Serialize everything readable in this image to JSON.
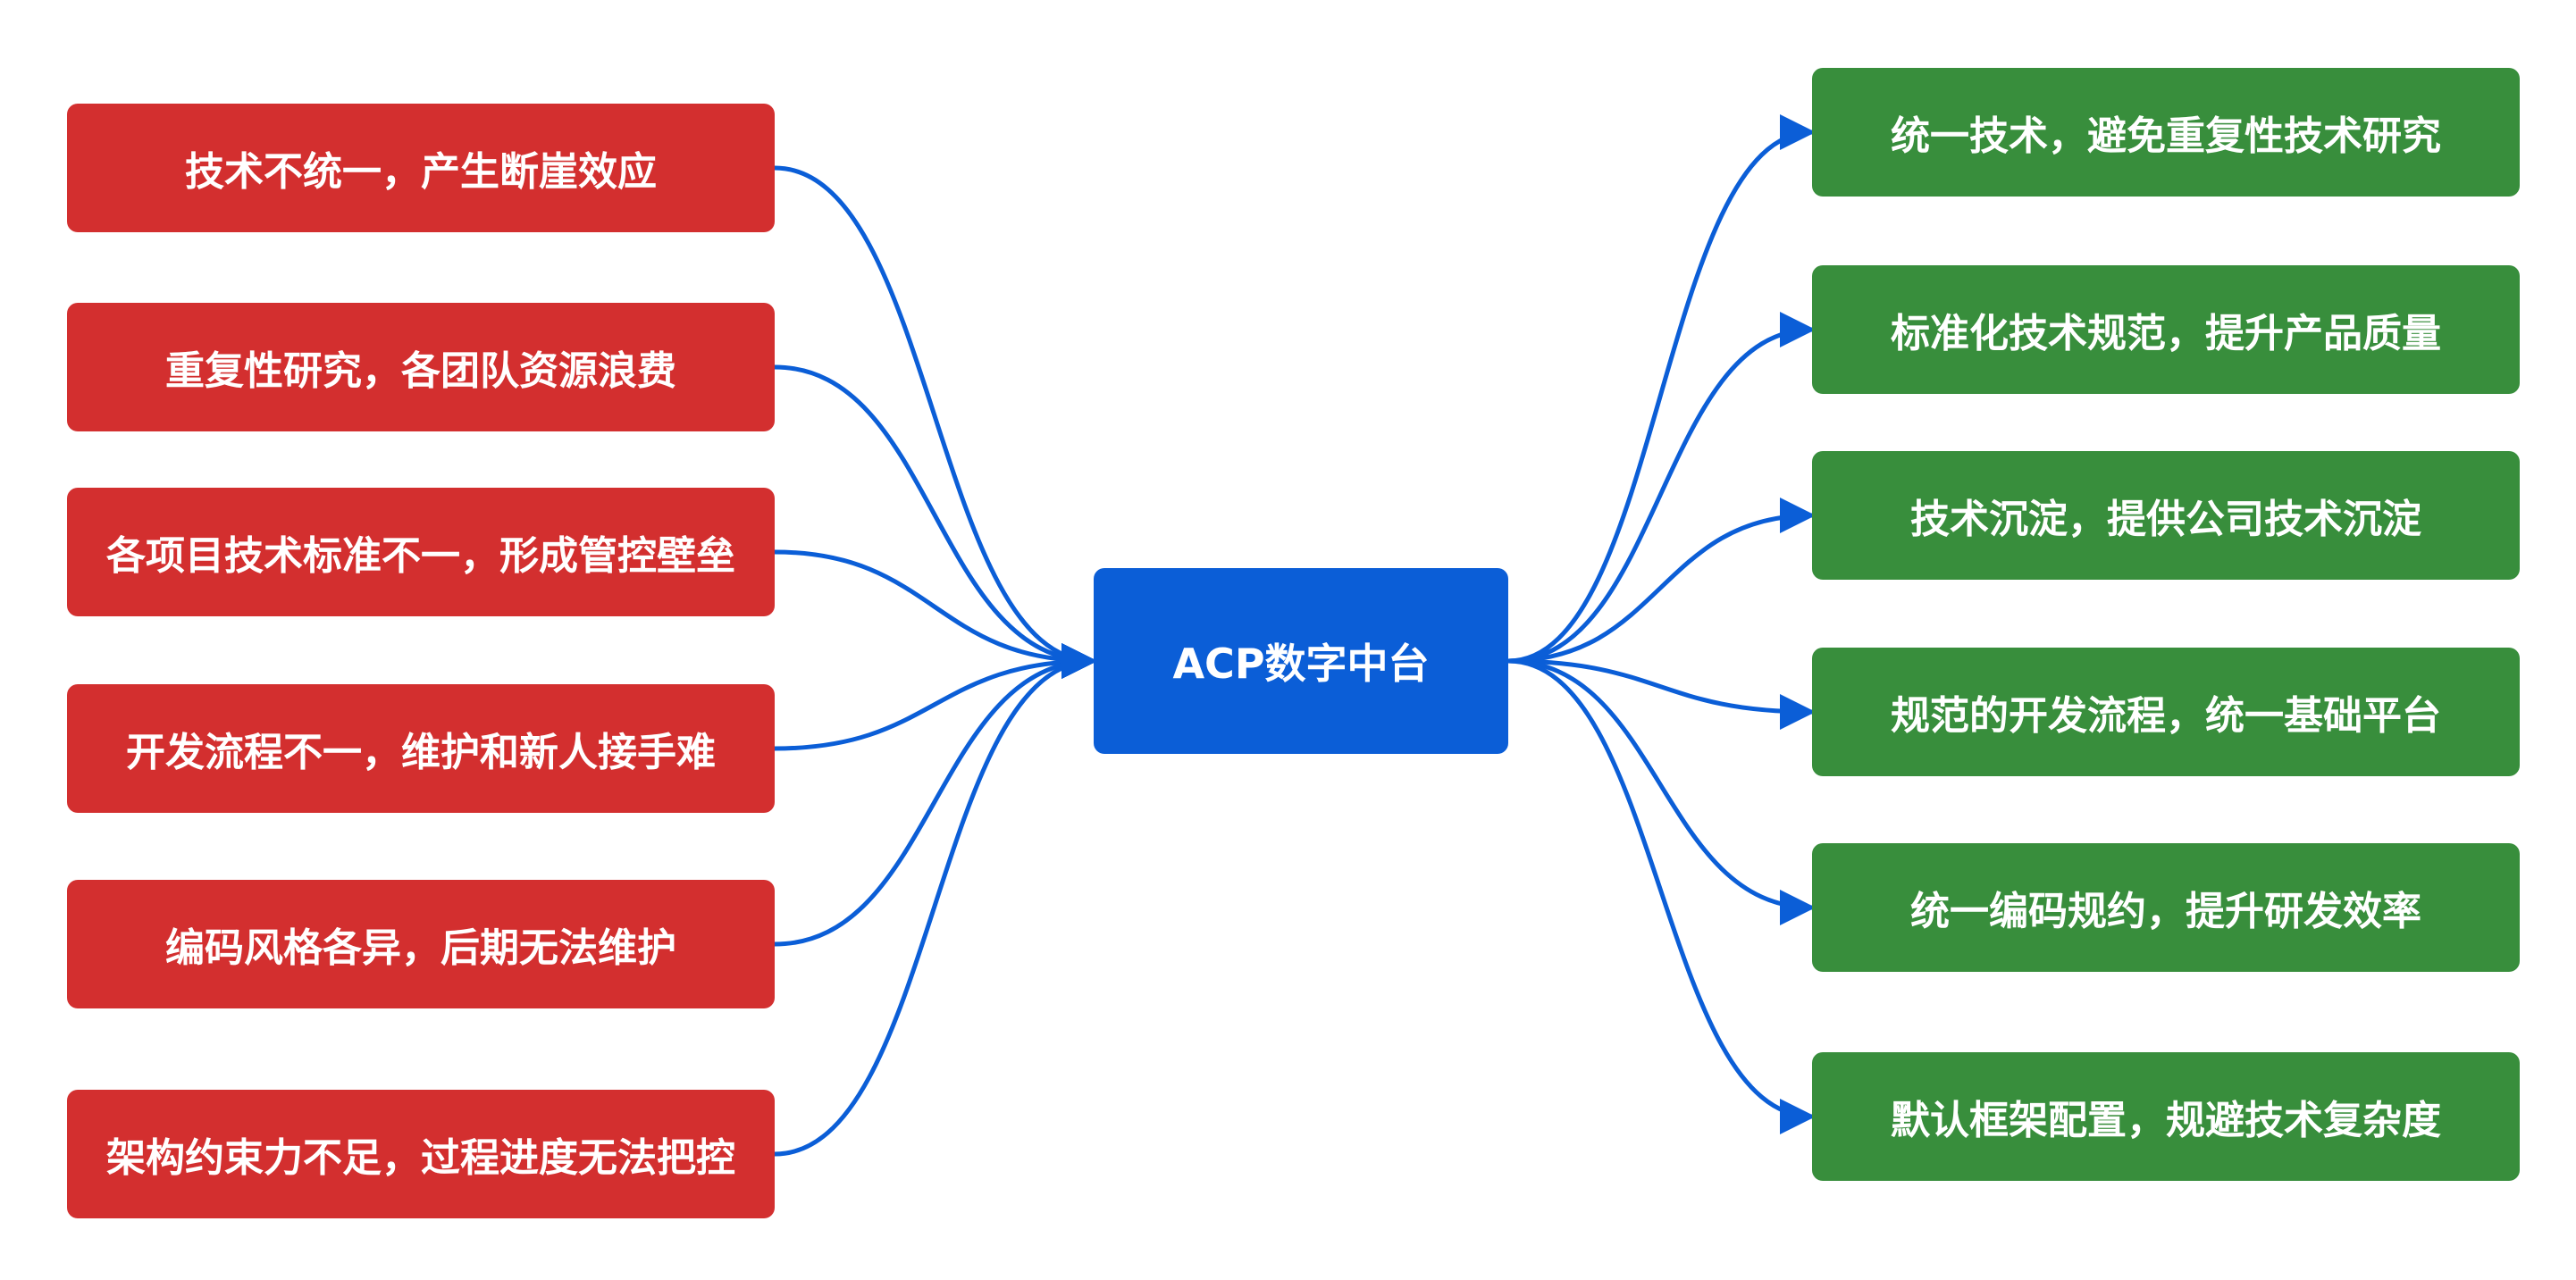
{
  "center": {
    "label": "ACP数字中台"
  },
  "problems": [
    "技术不统一，产生断崖效应",
    "重复性研究，各团队资源浪费",
    "各项目技术标准不一，形成管控壁垒",
    "开发流程不一，维护和新人接手难",
    "编码风格各异，后期无法维护",
    "架构约束力不足，过程进度无法把控"
  ],
  "benefits": [
    "统一技术，避免重复性技术研究",
    "标准化技术规范，提升产品质量",
    "技术沉淀，提供公司技术沉淀",
    "规范的开发流程，统一基础平台",
    "统一编码规约，提升研发效率",
    "默认框架配置，规避技术复杂度"
  ],
  "colors": {
    "problem": "#d32f2f",
    "benefit": "#388e3c",
    "center": "#0b5ed7",
    "link": "#0b5ed7"
  }
}
